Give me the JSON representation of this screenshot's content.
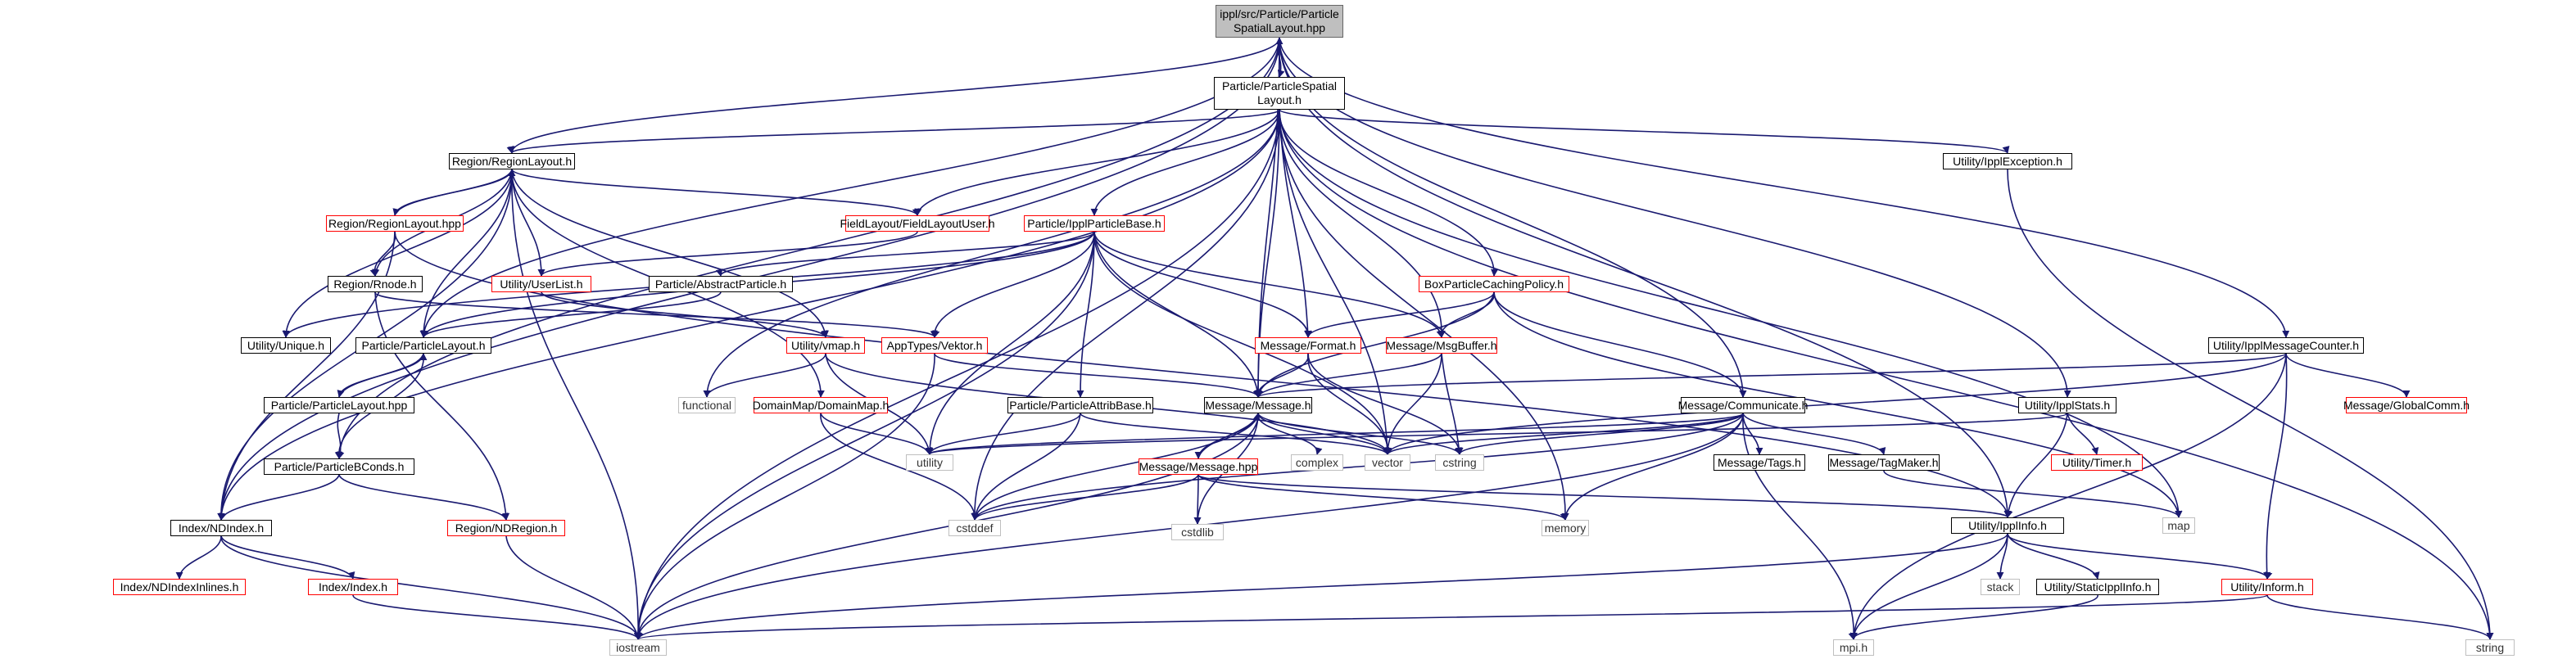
{
  "colors": {
    "edge": "#191970",
    "normal_border": "#000000",
    "red_border": "#ff0000",
    "gray_border": "#bfbfbf",
    "root_fill": "#bfbfbf"
  },
  "nodes": {
    "root": {
      "label": "ippl/src/Particle/Particle\nSpatialLayout.hpp",
      "style": "root"
    },
    "psl_h": {
      "label": "Particle/ParticleSpatial\nLayout.h",
      "style": "normal"
    },
    "regionlayout_h": {
      "label": "Region/RegionLayout.h",
      "style": "normal"
    },
    "regionlayout_hpp": {
      "label": "Region/RegionLayout.hpp",
      "style": "red"
    },
    "fieldlayoutuser_h": {
      "label": "FieldLayout/FieldLayoutUser.h",
      "style": "red"
    },
    "ipplparticlebase_h": {
      "label": "Particle/IpplParticleBase.h",
      "style": "red"
    },
    "ipplexception_h": {
      "label": "Utility/IpplException.h",
      "style": "normal"
    },
    "rnode_h": {
      "label": "Region/Rnode.h",
      "style": "normal"
    },
    "userlist_h": {
      "label": "Utility/UserList.h",
      "style": "red"
    },
    "abstractparticle_h": {
      "label": "Particle/AbstractParticle.h",
      "style": "normal"
    },
    "boxparticlecaching_h": {
      "label": "BoxParticleCachingPolicy.h",
      "style": "red"
    },
    "unique_h": {
      "label": "Utility/Unique.h",
      "style": "normal"
    },
    "particlelayout_h": {
      "label": "Particle/ParticleLayout.h",
      "style": "normal"
    },
    "vmap_h": {
      "label": "Utility/vmap.h",
      "style": "red"
    },
    "apptypes_vektor_h": {
      "label": "AppTypes/Vektor.h",
      "style": "red"
    },
    "message_format_h": {
      "label": "Message/Format.h",
      "style": "red"
    },
    "msgbuffer_h": {
      "label": "Message/MsgBuffer.h",
      "style": "red"
    },
    "ipplmessagecounter_h": {
      "label": "Utility/IpplMessageCounter.h",
      "style": "normal"
    },
    "particlelayout_hpp": {
      "label": "Particle/ParticleLayout.hpp",
      "style": "normal"
    },
    "functional": {
      "label": "functional",
      "style": "gray"
    },
    "domainmap_h": {
      "label": "DomainMap/DomainMap.h",
      "style": "red"
    },
    "particleattribbase_h": {
      "label": "Particle/ParticleAttribBase.h",
      "style": "normal"
    },
    "message_h": {
      "label": "Message/Message.h",
      "style": "normal"
    },
    "communicate_h": {
      "label": "Message/Communicate.h",
      "style": "normal"
    },
    "ipplstats_h": {
      "label": "Utility/IpplStats.h",
      "style": "normal"
    },
    "globalcomm_h": {
      "label": "Message/GlobalComm.h",
      "style": "red"
    },
    "utility": {
      "label": "utility",
      "style": "gray"
    },
    "complex": {
      "label": "complex",
      "style": "gray"
    },
    "vector": {
      "label": "vector",
      "style": "gray"
    },
    "cstring": {
      "label": "cstring",
      "style": "gray"
    },
    "tags_h": {
      "label": "Message/Tags.h",
      "style": "normal"
    },
    "tagmaker_h": {
      "label": "Message/TagMaker.h",
      "style": "normal"
    },
    "timer_h": {
      "label": "Utility/Timer.h",
      "style": "red"
    },
    "particlebconds_h": {
      "label": "Particle/ParticleBConds.h",
      "style": "normal"
    },
    "message_hpp": {
      "label": "Message/Message.hpp",
      "style": "red"
    },
    "map": {
      "label": "map",
      "style": "gray"
    },
    "ndindex_h": {
      "label": "Index/NDIndex.h",
      "style": "normal"
    },
    "ndregion_h": {
      "label": "Region/NDRegion.h",
      "style": "red"
    },
    "cstddef": {
      "label": "cstddef",
      "style": "gray"
    },
    "cstdlib": {
      "label": "cstdlib",
      "style": "gray"
    },
    "memory": {
      "label": "memory",
      "style": "gray"
    },
    "ipplinfo_h": {
      "label": "Utility/IpplInfo.h",
      "style": "normal"
    },
    "ndindexinlines_h": {
      "label": "Index/NDIndexInlines.h",
      "style": "red"
    },
    "index_h": {
      "label": "Index/Index.h",
      "style": "red"
    },
    "stack": {
      "label": "stack",
      "style": "gray"
    },
    "staticipplinfo_h": {
      "label": "Utility/StaticIpplInfo.h",
      "style": "normal"
    },
    "inform_h": {
      "label": "Utility/Inform.h",
      "style": "red"
    },
    "iostream": {
      "label": "iostream",
      "style": "gray"
    },
    "mpi_h": {
      "label": "mpi.h",
      "style": "gray"
    },
    "string": {
      "label": "string",
      "style": "gray"
    }
  },
  "edges": [
    [
      "root",
      "psl_h"
    ],
    [
      "psl_h",
      "root"
    ],
    [
      "root",
      "regionlayout_h"
    ],
    [
      "root",
      "particlelayout_h"
    ],
    [
      "root",
      "message_h"
    ],
    [
      "root",
      "ndindex_h"
    ],
    [
      "root",
      "particlebconds_h"
    ],
    [
      "root",
      "communicate_h"
    ],
    [
      "root",
      "ipplmessagecounter_h"
    ],
    [
      "root",
      "ipplstats_h"
    ],
    [
      "root",
      "ipplinfo_h"
    ],
    [
      "psl_h",
      "regionlayout_h"
    ],
    [
      "psl_h",
      "fieldlayoutuser_h"
    ],
    [
      "psl_h",
      "ipplparticlebase_h"
    ],
    [
      "psl_h",
      "ipplexception_h"
    ],
    [
      "psl_h",
      "boxparticlecaching_h"
    ],
    [
      "psl_h",
      "message_h"
    ],
    [
      "psl_h",
      "message_format_h"
    ],
    [
      "psl_h",
      "msgbuffer_h"
    ],
    [
      "psl_h",
      "functional"
    ],
    [
      "psl_h",
      "vector"
    ],
    [
      "psl_h",
      "memory"
    ],
    [
      "psl_h",
      "map"
    ],
    [
      "psl_h",
      "string"
    ],
    [
      "psl_h",
      "iostream"
    ],
    [
      "psl_h",
      "ndindex_h"
    ],
    [
      "psl_h",
      "cstddef"
    ],
    [
      "regionlayout_h",
      "regionlayout_hpp"
    ],
    [
      "regionlayout_hpp",
      "regionlayout_h"
    ],
    [
      "regionlayout_h",
      "fieldlayoutuser_h"
    ],
    [
      "regionlayout_h",
      "rnode_h"
    ],
    [
      "regionlayout_h",
      "userlist_h"
    ],
    [
      "regionlayout_h",
      "vmap_h"
    ],
    [
      "regionlayout_h",
      "domainmap_h"
    ],
    [
      "regionlayout_h",
      "unique_h"
    ],
    [
      "regionlayout_h",
      "ndindex_h"
    ],
    [
      "regionlayout_h",
      "iostream"
    ],
    [
      "regionlayout_h",
      "particlelayout_h"
    ],
    [
      "regionlayout_hpp",
      "rnode_h"
    ],
    [
      "regionlayout_hpp",
      "ndindex_h"
    ],
    [
      "regionlayout_hpp",
      "ipplinfo_h"
    ],
    [
      "rnode_h",
      "ndregion_h"
    ],
    [
      "rnode_h",
      "apptypes_vektor_h"
    ],
    [
      "fieldlayoutuser_h",
      "userlist_h"
    ],
    [
      "ipplparticlebase_h",
      "abstractparticle_h"
    ],
    [
      "ipplparticlebase_h",
      "particlelayout_h"
    ],
    [
      "ipplparticlebase_h",
      "particleattribbase_h"
    ],
    [
      "ipplparticlebase_h",
      "apptypes_vektor_h"
    ],
    [
      "ipplparticlebase_h",
      "message_format_h"
    ],
    [
      "ipplparticlebase_h",
      "msgbuffer_h"
    ],
    [
      "ipplparticlebase_h",
      "message_h"
    ],
    [
      "ipplparticlebase_h",
      "vector"
    ],
    [
      "ipplparticlebase_h",
      "utility"
    ],
    [
      "ipplparticlebase_h",
      "iostream"
    ],
    [
      "ipplparticlebase_h",
      "unique_h"
    ],
    [
      "ipplexception_h",
      "string"
    ],
    [
      "userlist_h",
      "vmap_h"
    ],
    [
      "abstractparticle_h",
      "particlelayout_h"
    ],
    [
      "boxparticlecaching_h",
      "message_format_h"
    ],
    [
      "boxparticlecaching_h",
      "msgbuffer_h"
    ],
    [
      "boxparticlecaching_h",
      "message_h"
    ],
    [
      "boxparticlecaching_h",
      "communicate_h"
    ],
    [
      "boxparticlecaching_h",
      "map"
    ],
    [
      "particlelayout_h",
      "particlelayout_hpp"
    ],
    [
      "particlelayout_hpp",
      "particlelayout_h"
    ],
    [
      "particlelayout_h",
      "particlebconds_h"
    ],
    [
      "particlelayout_hpp",
      "particlebconds_h"
    ],
    [
      "vmap_h",
      "functional"
    ],
    [
      "vmap_h",
      "utility"
    ],
    [
      "vmap_h",
      "vector"
    ],
    [
      "apptypes_vektor_h",
      "message_h"
    ],
    [
      "apptypes_vektor_h",
      "iostream"
    ],
    [
      "message_format_h",
      "vector"
    ],
    [
      "message_format_h",
      "cstring"
    ],
    [
      "message_format_h",
      "message_h"
    ],
    [
      "msgbuffer_h",
      "message_h"
    ],
    [
      "msgbuffer_h",
      "vector"
    ],
    [
      "msgbuffer_h",
      "cstring"
    ],
    [
      "ipplmessagecounter_h",
      "message_h"
    ],
    [
      "ipplmessagecounter_h",
      "globalcomm_h"
    ],
    [
      "ipplmessagecounter_h",
      "inform_h"
    ],
    [
      "ipplmessagecounter_h",
      "mpi_h"
    ],
    [
      "ipplmessagecounter_h",
      "vector"
    ],
    [
      "domainmap_h",
      "utility"
    ],
    [
      "domainmap_h",
      "cstddef"
    ],
    [
      "particleattribbase_h",
      "utility"
    ],
    [
      "particleattribbase_h",
      "vector"
    ],
    [
      "particleattribbase_h",
      "cstddef"
    ],
    [
      "message_h",
      "message_hpp"
    ],
    [
      "message_hpp",
      "message_h"
    ],
    [
      "message_h",
      "complex"
    ],
    [
      "message_h",
      "vector"
    ],
    [
      "message_h",
      "cstring"
    ],
    [
      "message_h",
      "cstddef"
    ],
    [
      "message_h",
      "cstdlib"
    ],
    [
      "message_h",
      "iostream"
    ],
    [
      "message_hpp",
      "cstddef"
    ],
    [
      "message_hpp",
      "cstdlib"
    ],
    [
      "message_hpp",
      "memory"
    ],
    [
      "message_hpp",
      "ipplinfo_h"
    ],
    [
      "communicate_h",
      "tags_h"
    ],
    [
      "communicate_h",
      "tagmaker_h"
    ],
    [
      "communicate_h",
      "vector"
    ],
    [
      "communicate_h",
      "cstring"
    ],
    [
      "communicate_h",
      "utility"
    ],
    [
      "communicate_h",
      "cstddef"
    ],
    [
      "communicate_h",
      "memory"
    ],
    [
      "communicate_h",
      "iostream"
    ],
    [
      "communicate_h",
      "mpi_h"
    ],
    [
      "tagmaker_h",
      "map"
    ],
    [
      "ipplstats_h",
      "timer_h"
    ],
    [
      "ipplstats_h",
      "ipplinfo_h"
    ],
    [
      "ipplstats_h",
      "utility"
    ],
    [
      "particlebconds_h",
      "ndregion_h"
    ],
    [
      "particlebconds_h",
      "ndindex_h"
    ],
    [
      "ndindex_h",
      "ndindexinlines_h"
    ],
    [
      "ndindex_h",
      "index_h"
    ],
    [
      "ndindex_h",
      "iostream"
    ],
    [
      "index_h",
      "iostream"
    ],
    [
      "ndregion_h",
      "iostream"
    ],
    [
      "ipplinfo_h",
      "inform_h"
    ],
    [
      "ipplinfo_h",
      "stack"
    ],
    [
      "ipplinfo_h",
      "staticipplinfo_h"
    ],
    [
      "ipplinfo_h",
      "iostream"
    ],
    [
      "ipplinfo_h",
      "mpi_h"
    ],
    [
      "staticipplinfo_h",
      "mpi_h"
    ],
    [
      "inform_h",
      "iostream"
    ],
    [
      "inform_h",
      "string"
    ]
  ]
}
